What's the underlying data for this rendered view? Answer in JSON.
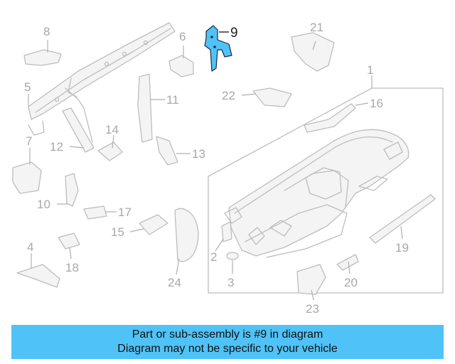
{
  "banner": {
    "line1": "Part or sub-assembly is #9 in diagram",
    "line2": "Diagram may not be specific to your vehicle"
  },
  "highlight_color": "#4fc3f7",
  "callouts": {
    "c1": "1",
    "c2": "2",
    "c3": "3",
    "c4": "4",
    "c5": "5",
    "c6": "6",
    "c7": "7",
    "c8": "8",
    "c9": "9",
    "c10": "10",
    "c11": "11",
    "c12": "12",
    "c13": "13",
    "c14": "14",
    "c15": "15",
    "c16": "16",
    "c17": "17",
    "c18": "18",
    "c19": "19",
    "c20": "20",
    "c21": "21",
    "c22": "22",
    "c23": "23",
    "c24": "24"
  }
}
